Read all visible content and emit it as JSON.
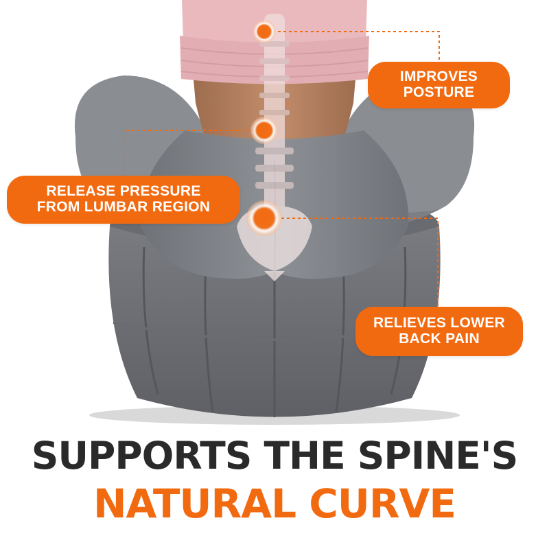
{
  "colors": {
    "accent": "#f26a10",
    "headline_dark": "#2a2a2a",
    "background": "#ffffff"
  },
  "callouts": {
    "posture": [
      "IMPROVES",
      "POSTURE"
    ],
    "lumbar": [
      "RELEASE PRESSURE",
      "FROM LUMBAR REGION"
    ],
    "lower_back": [
      "RELIEVES LOWER",
      "BACK PAIN"
    ]
  },
  "headline": {
    "line1": "SUPPORTS THE SPINE'S",
    "line2": "NATURAL CURVE"
  }
}
